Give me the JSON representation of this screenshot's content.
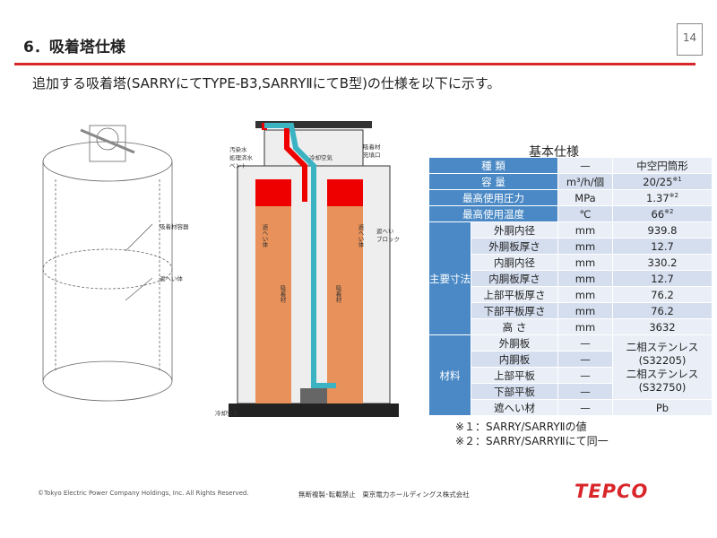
{
  "header": {
    "title": "6．吸着塔仕様",
    "page_number": "14",
    "intro": "追加する吸着塔(SARRYにてTYPE-B3,SARRYⅡにてB型)の仕様を以下に示す。"
  },
  "left_figure": {
    "labels": [
      "吸着材容器",
      "遮へい体"
    ]
  },
  "section_figure": {
    "labels": {
      "vent": "汚染水\n処理済水\nベント",
      "cool_air_top": "冷却空気",
      "fill_port": "吸着材\n充填口",
      "shield_block": "遮へい\nブロック",
      "shield_left": "遮へい体",
      "shield_right": "遮へい体",
      "adsorbent_left": "吸着材",
      "adsorbent_right": "吸着材",
      "cool_air_bottom": "冷却空気"
    }
  },
  "spec": {
    "title": "基本仕様",
    "top_rows": [
      {
        "label": "種 類",
        "unit": "—",
        "value": "中空円筒形"
      },
      {
        "label": "容 量",
        "unit": "m³/h/個",
        "value": "20/25",
        "note": "※1"
      },
      {
        "label": "最高使用圧力",
        "unit": "MPa",
        "value": "1.37",
        "note": "※2"
      },
      {
        "label": "最高使用温度",
        "unit": "℃",
        "value": "66",
        "note": "※2"
      }
    ],
    "dim_category": "主要寸法",
    "dim_rows": [
      {
        "label": "外胴内径",
        "unit": "mm",
        "value": "939.8"
      },
      {
        "label": "外胴板厚さ",
        "unit": "mm",
        "value": "12.7"
      },
      {
        "label": "内胴内径",
        "unit": "mm",
        "value": "330.2"
      },
      {
        "label": "内胴板厚さ",
        "unit": "mm",
        "value": "12.7"
      },
      {
        "label": "上部平板厚さ",
        "unit": "mm",
        "value": "76.2"
      },
      {
        "label": "下部平板厚さ",
        "unit": "mm",
        "value": "76.2"
      },
      {
        "label": "高 さ",
        "unit": "mm",
        "value": "3632"
      }
    ],
    "mat_category": "材料",
    "mat_rows": [
      {
        "label": "外胴板",
        "unit": "—"
      },
      {
        "label": "内胴板",
        "unit": "—"
      },
      {
        "label": "上部平板",
        "unit": "—"
      },
      {
        "label": "下部平板",
        "unit": "—"
      },
      {
        "label": "遮へい材",
        "unit": "—",
        "value": "Pb"
      }
    ],
    "mat_values": [
      "二相ステンレス",
      "(S32205)",
      "二相ステンレス",
      "(S32750)"
    ],
    "notes": [
      "※１：SARRY/SARRYⅡの値",
      "※２：SARRY/SARRYⅡにて同一"
    ]
  },
  "footer": {
    "copyright": "©Tokyo Electric Power Company Holdings, Inc. All Rights Reserved.",
    "notice": "無断複製･転載禁止　東京電力ホールディングス株式会社",
    "logo": "TEPCO"
  }
}
